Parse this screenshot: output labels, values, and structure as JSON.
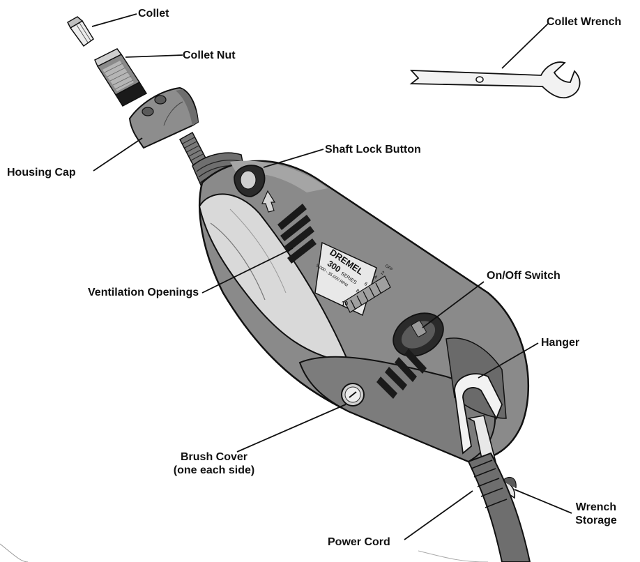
{
  "labels": {
    "collet": "Collet",
    "collet_nut": "Collet Nut",
    "collet_wrench": "Collet Wrench",
    "housing_cap": "Housing Cap",
    "shaft_lock_button": "Shaft Lock Button",
    "ventilation_openings": "Ventilation Openings",
    "on_off_switch": "On/Off Switch",
    "hanger": "Hanger",
    "brush_cover_line1": "Brush Cover",
    "brush_cover_line2": "(one each side)",
    "wrench_storage_line1": "Wrench",
    "wrench_storage_line2": "Storage",
    "power_cord": "Power Cord"
  },
  "tool_markings": {
    "brand": "DREMEL",
    "model": "300",
    "series": "SERIES",
    "rpm": "5,000 - 35,000 RPM",
    "speed_off": "OFF",
    "speed_2": "2",
    "speed_4": "4",
    "speed_6": "6",
    "speed_8": "8",
    "speed_10": "10"
  },
  "colors": {
    "body_dark": "#7d7d7d",
    "body_mid": "#9a9a9a",
    "grip_light": "#d6d6d6",
    "vent_black": "#1a1a1a",
    "outline": "#111111"
  }
}
